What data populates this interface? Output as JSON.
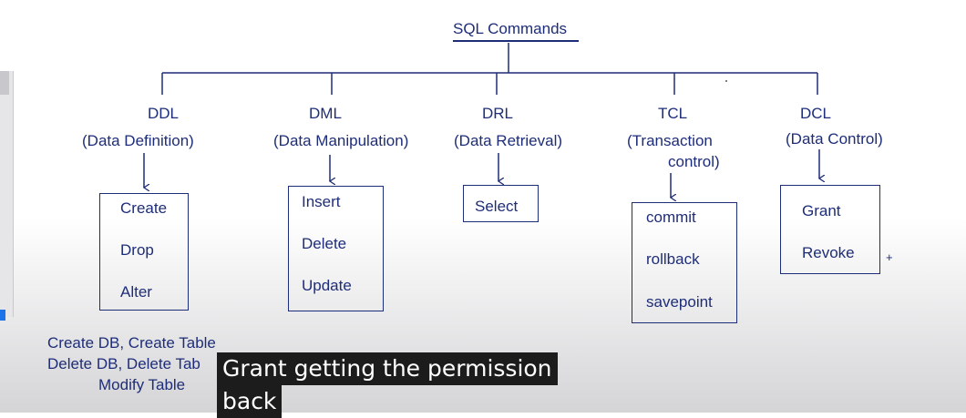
{
  "diagram": {
    "root": "SQL Commands",
    "categories": [
      {
        "abbr": "DDL",
        "full": "(Data Definition)",
        "commands": [
          "Create",
          "Drop",
          "Alter"
        ]
      },
      {
        "abbr": "DML",
        "full": "(Data Manipulation)",
        "commands": [
          "Insert",
          "Delete",
          "Update"
        ]
      },
      {
        "abbr": "DRL",
        "full": "(Data Retrieval)",
        "commands": [
          "Select"
        ]
      },
      {
        "abbr": "TCL",
        "full_line1": "(Transaction",
        "full_line2": "control)",
        "commands": [
          "commit",
          "rollback",
          "savepoint"
        ]
      },
      {
        "abbr": "DCL",
        "full": "(Data Control)",
        "commands": [
          "Grant",
          "Revoke"
        ]
      }
    ],
    "ddl_notes": [
      "Create DB, Create Table",
      "Delete DB, Delete Tab",
      "Modify Table"
    ],
    "plus_mark": "+",
    "line_color": "#1e2d78"
  },
  "caption": {
    "line1": "Grant getting the permission",
    "line2": "back"
  }
}
